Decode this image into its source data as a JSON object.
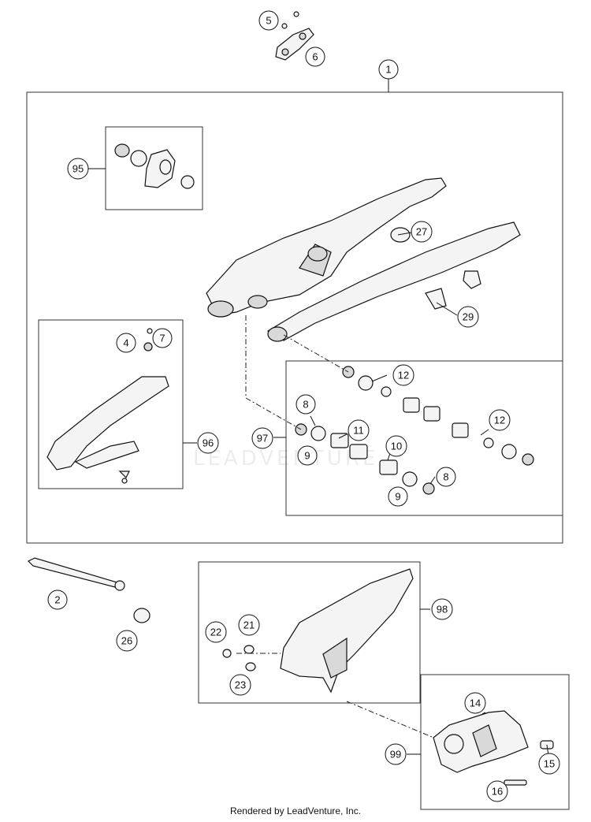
{
  "callouts": {
    "c1": "1",
    "c2": "2",
    "c4": "4",
    "c5": "5",
    "c6": "6",
    "c7": "7",
    "c8a": "8",
    "c8b": "8",
    "c9a": "9",
    "c9b": "9",
    "c10": "10",
    "c11": "11",
    "c12a": "12",
    "c12b": "12",
    "c14": "14",
    "c15": "15",
    "c16": "16",
    "c21": "21",
    "c22": "22",
    "c23": "23",
    "c26": "26",
    "c27": "27",
    "c29": "29",
    "c95": "95",
    "c96": "96",
    "c97": "97",
    "c98": "98",
    "c99": "99"
  },
  "watermark": "LEADVENTURE",
  "footer": "Rendered by LeadVenture, Inc."
}
